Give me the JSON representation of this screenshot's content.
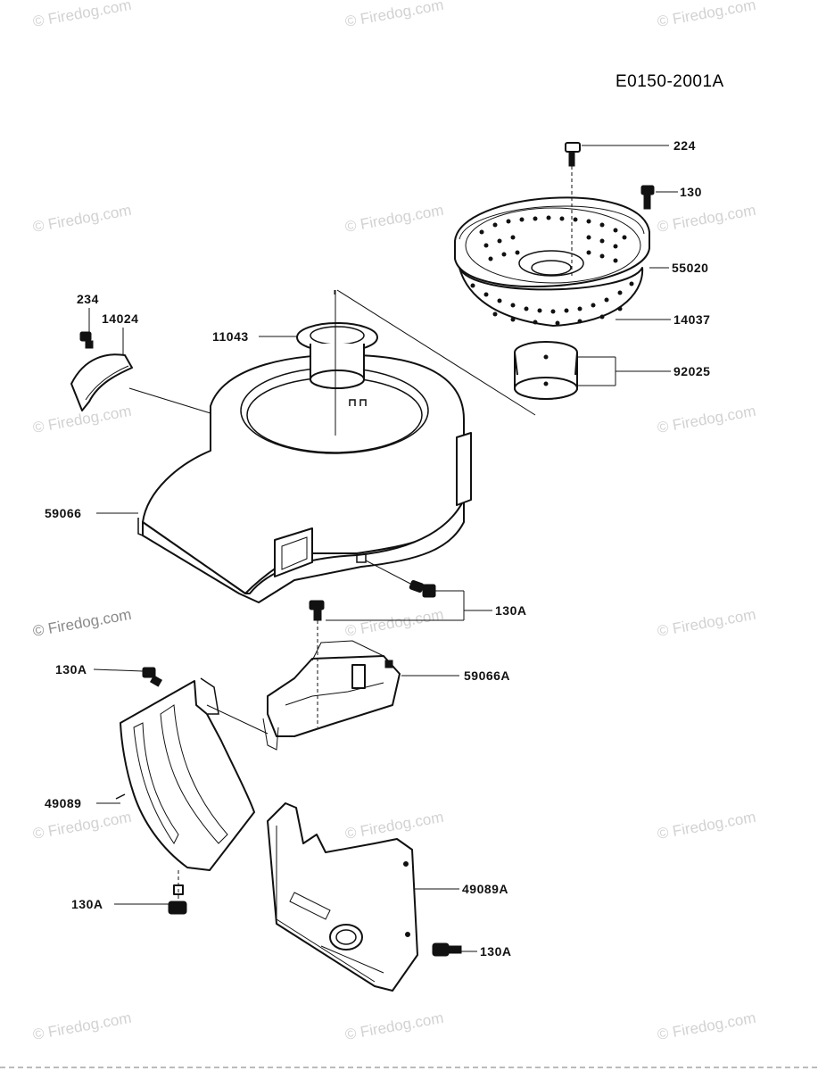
{
  "diagram": {
    "sheet_id": "E0150-2001A",
    "watermark": "© Firedog.com",
    "callouts": {
      "c224": "224",
      "c130": "130",
      "c55020": "55020",
      "c14037": "14037",
      "c92025": "92025",
      "c234": "234",
      "c14024": "14024",
      "c11043": "11043",
      "c59066": "59066",
      "c130A_1": "130A",
      "c59066A": "59066A",
      "c130A_2": "130A",
      "c49089": "49089",
      "c130A_3": "130A",
      "c49089A": "49089A",
      "c130A_4": "130A"
    }
  }
}
